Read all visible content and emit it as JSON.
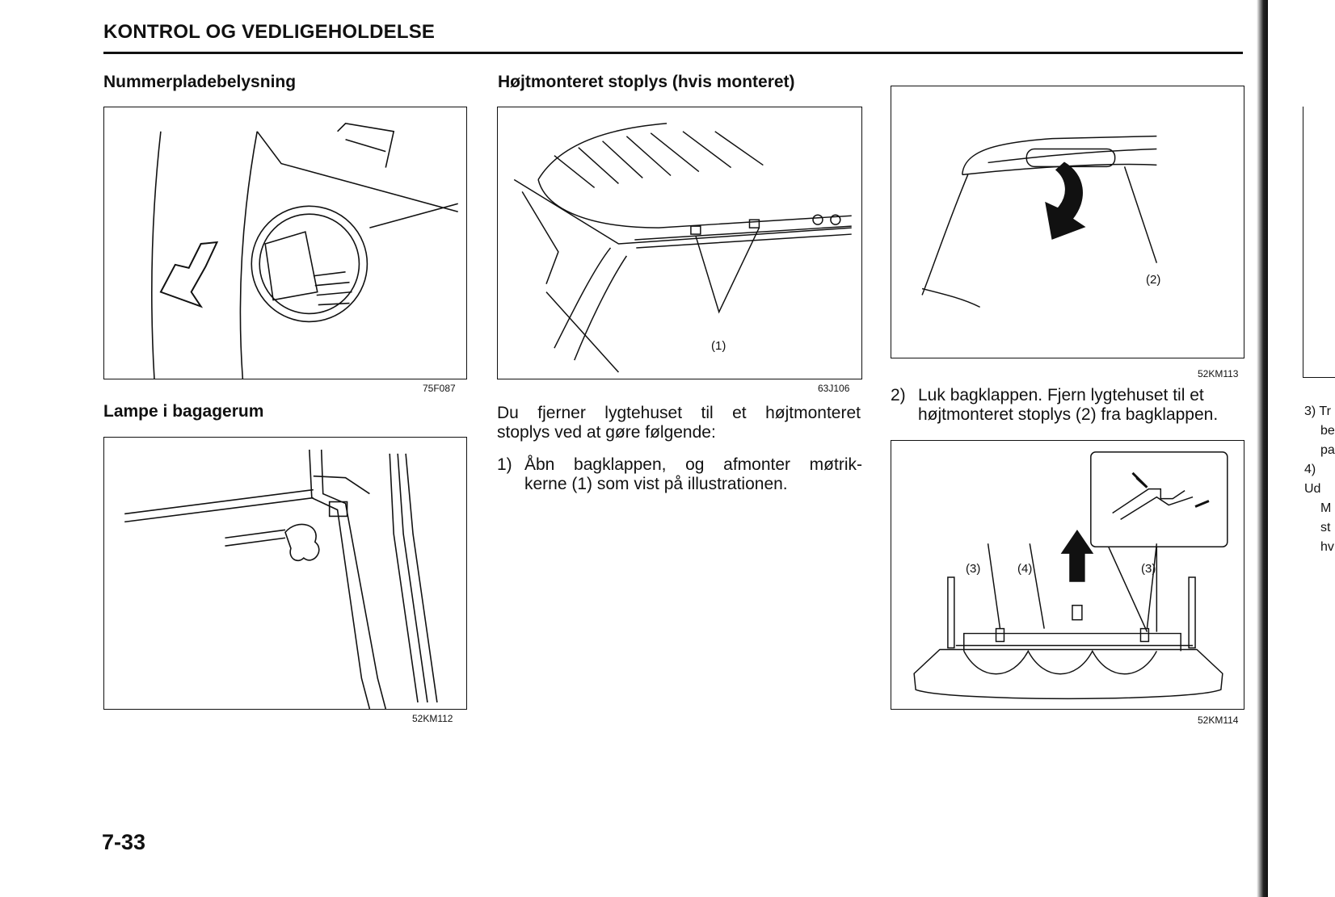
{
  "header": {
    "title": "KONTROL OG VEDLIGEHOLDELSE"
  },
  "sections": {
    "license_light": {
      "title": "Nummerpladebelysning",
      "figure_code": "75F087"
    },
    "trunk_lamp": {
      "title": "Lampe i bagagerum",
      "figure_code": "52KM112"
    },
    "high_stop": {
      "title": "Højtmonteret stoplys (hvis monteret)",
      "figure_code": "63J106",
      "label_1": "(1)",
      "intro_line1": "Du fjerner lygtehuset til et højtmonteret",
      "intro_line2": "stoplys ved at gøre følgende:",
      "step1_num": "1)",
      "step1_line1": "Åbn bagklappen, og afmonter møtrik-",
      "step1_line2": "kerne (1) som vist på illustrationen."
    },
    "right_col": {
      "figure_code_a": "52KM113",
      "label_2": "(2)",
      "step2_num": "2)",
      "step2_line1": "Luk bagklappen. Fjern lygtehuset til et",
      "step2_line2": "højtmonteret stoplys (2) fra bagklappen.",
      "figure_code_b": "52KM114",
      "label_3a": "(3)",
      "label_4": "(4)",
      "label_3b": "(3)"
    },
    "next_page_fragments": [
      "3)",
      "4)",
      "Tr",
      "be",
      "pa",
      "Ud",
      "M",
      "st",
      "hv"
    ]
  },
  "page_number": "7-33"
}
